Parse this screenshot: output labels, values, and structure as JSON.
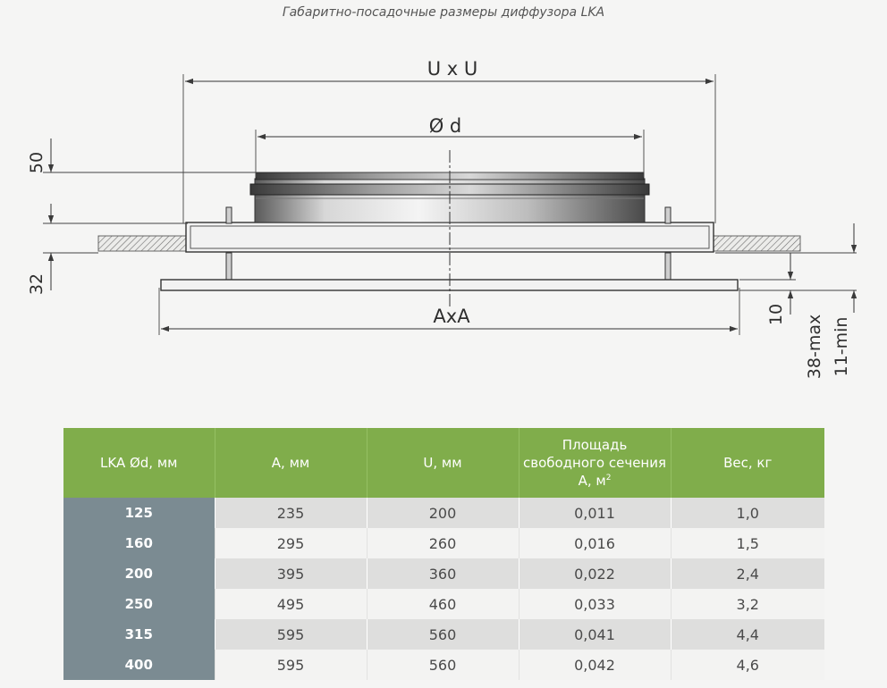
{
  "caption": "Габаритно-посадочные размеры диффузора LKA",
  "drawing": {
    "dim_uxu": "U x U",
    "dim_d": "Ø d",
    "dim_axa": "AxA",
    "dim_50": "50",
    "dim_32": "32",
    "dim_10": "10",
    "dim_38max": "38-max",
    "dim_11min": "11-min"
  },
  "table": {
    "headers": [
      "LKA Ød, мм",
      "A, мм",
      "U, мм",
      "Площадь свободного сечения А, м",
      "Вес, кг"
    ],
    "header_sup": "2",
    "rows": [
      [
        "125",
        "235",
        "200",
        "0,011",
        "1,0"
      ],
      [
        "160",
        "295",
        "260",
        "0,016",
        "1,5"
      ],
      [
        "200",
        "395",
        "360",
        "0,022",
        "2,4"
      ],
      [
        "250",
        "495",
        "460",
        "0,033",
        "3,2"
      ],
      [
        "315",
        "595",
        "560",
        "0,041",
        "4,4"
      ],
      [
        "400",
        "595",
        "560",
        "0,042",
        "4,6"
      ]
    ]
  },
  "colors": {
    "header_green": "#80ad4b",
    "model_column": "#7b8b92",
    "row_shaded": "#dededd",
    "row_light": "#f3f3f2"
  }
}
